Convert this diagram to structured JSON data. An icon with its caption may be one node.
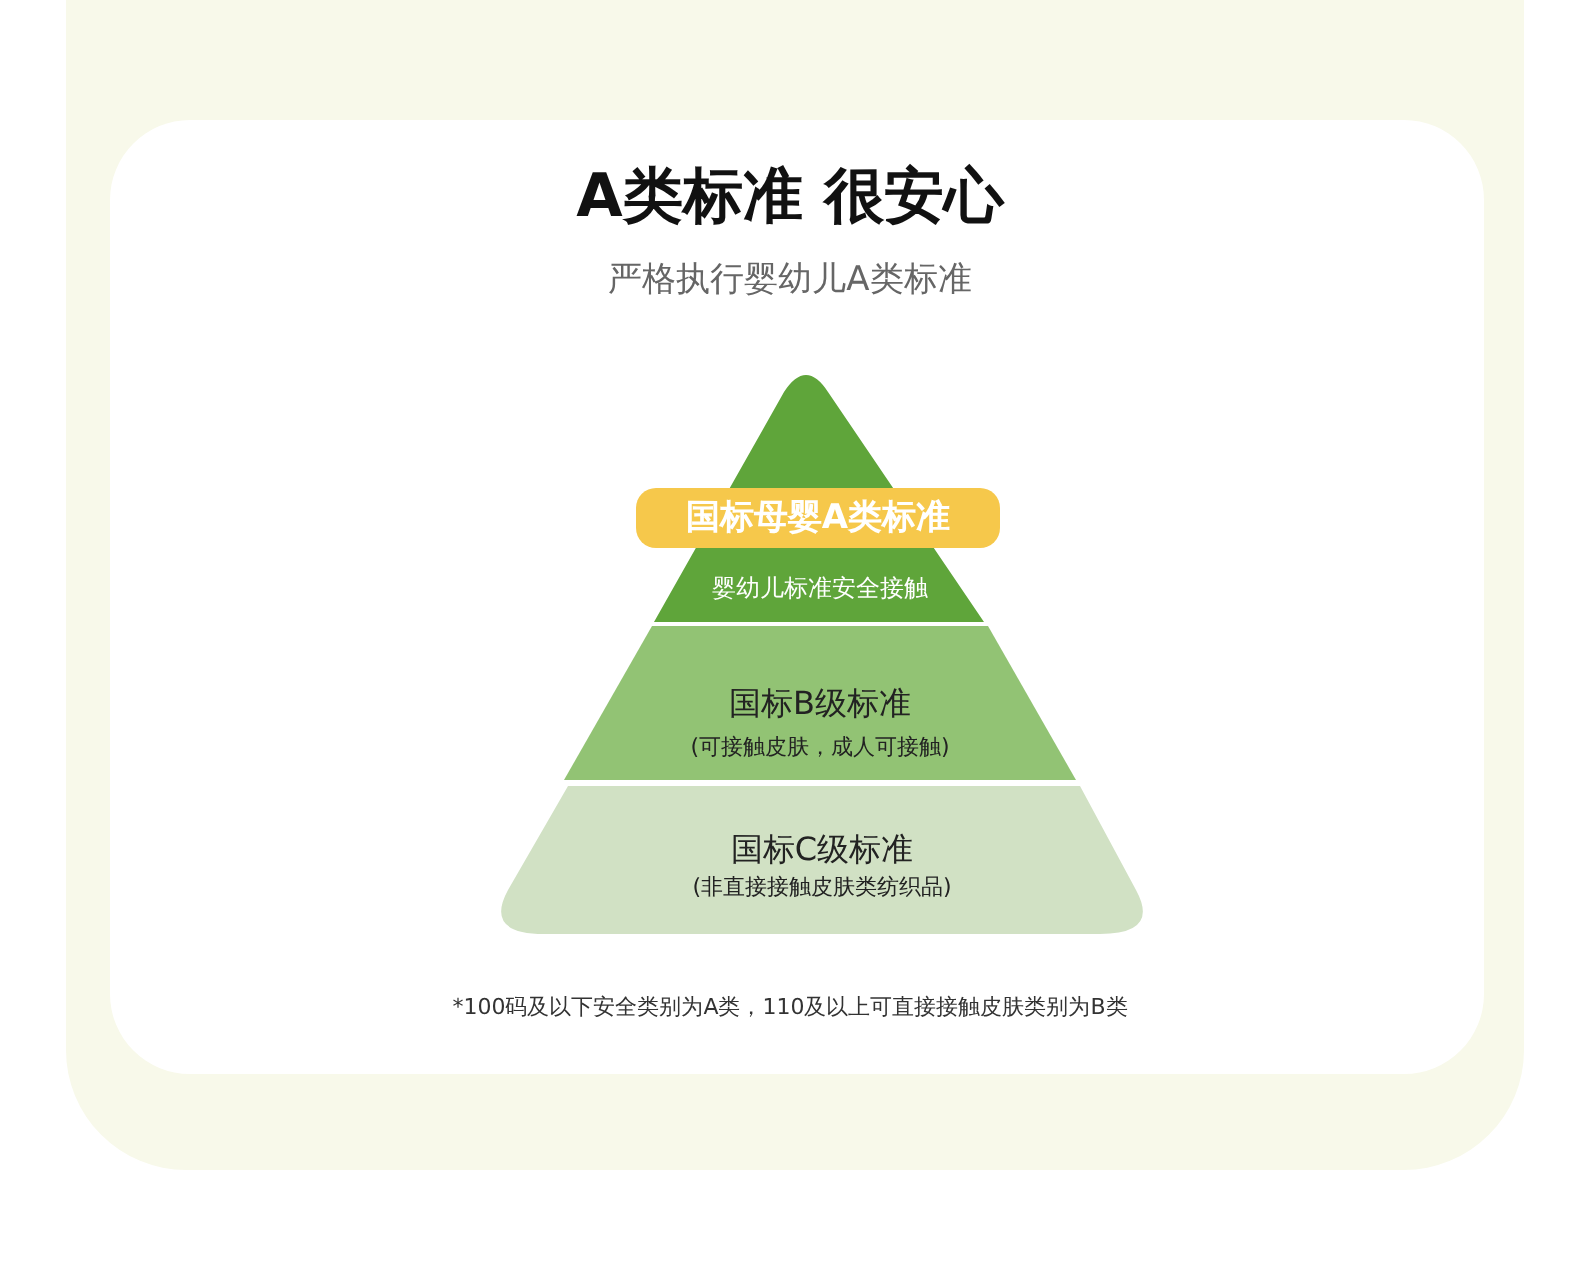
{
  "diagram": {
    "title": "A类标准 很安心",
    "nodes": [
      {
        "text": [
          "国标母婴A类标准",
          "婴幼儿标准安全接触"
        ]
      },
      {
        "text": [
          "国标B级标准",
          "(可接触皮肤，成人可接触)"
        ]
      },
      {
        "text": [
          "国标C级标准",
          "(非直接接触皮肤类纺织品)"
        ]
      }
    ],
    "edges": [],
    "labels": [
      "严格执行婴幼儿A类标准",
      "*100码及以下安全类别为A类，110及以上可直接接触皮肤类别为B类"
    ]
  }
}
